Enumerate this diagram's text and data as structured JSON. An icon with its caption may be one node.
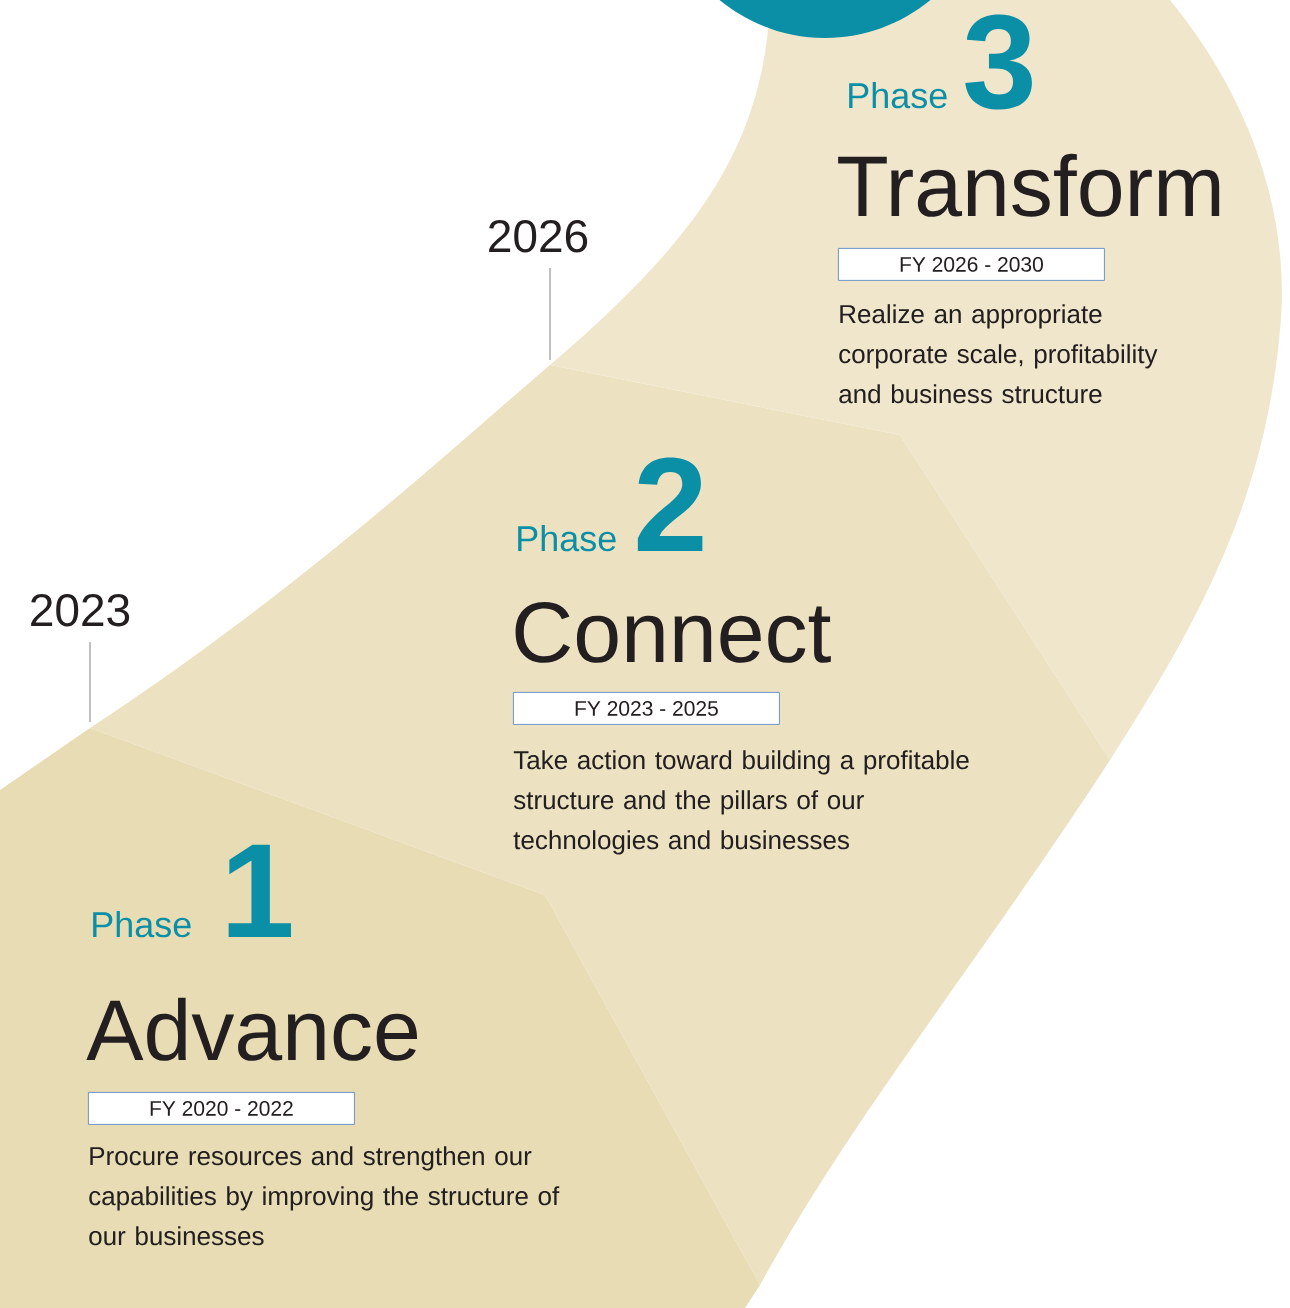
{
  "diagram": {
    "nodes": [
      {
        "text": [
          "Phase",
          "1",
          "Advance",
          "Procure resources and strengthen our capabilities by improving the structure of our businesses"
        ]
      },
      {
        "text": [
          "FY 2020 - 2022"
        ],
        "in": 0
      },
      {
        "text": [
          "Phase",
          "2",
          "Connect",
          "Take action toward building a profitable structure and the pillars of our technologies and businesses"
        ]
      },
      {
        "text": [
          "FY 2023 - 2025"
        ],
        "in": 2
      },
      {
        "text": [
          "Phase",
          "3",
          "Transform",
          "Realize an appropriate corporate scale, profitability and business structure"
        ]
      },
      {
        "text": [
          "FY 2026 - 2030"
        ],
        "in": 4
      },
      {
        "text": [],
        "shape": "circle"
      }
    ],
    "labels": [
      "2026",
      "2023"
    ]
  }
}
